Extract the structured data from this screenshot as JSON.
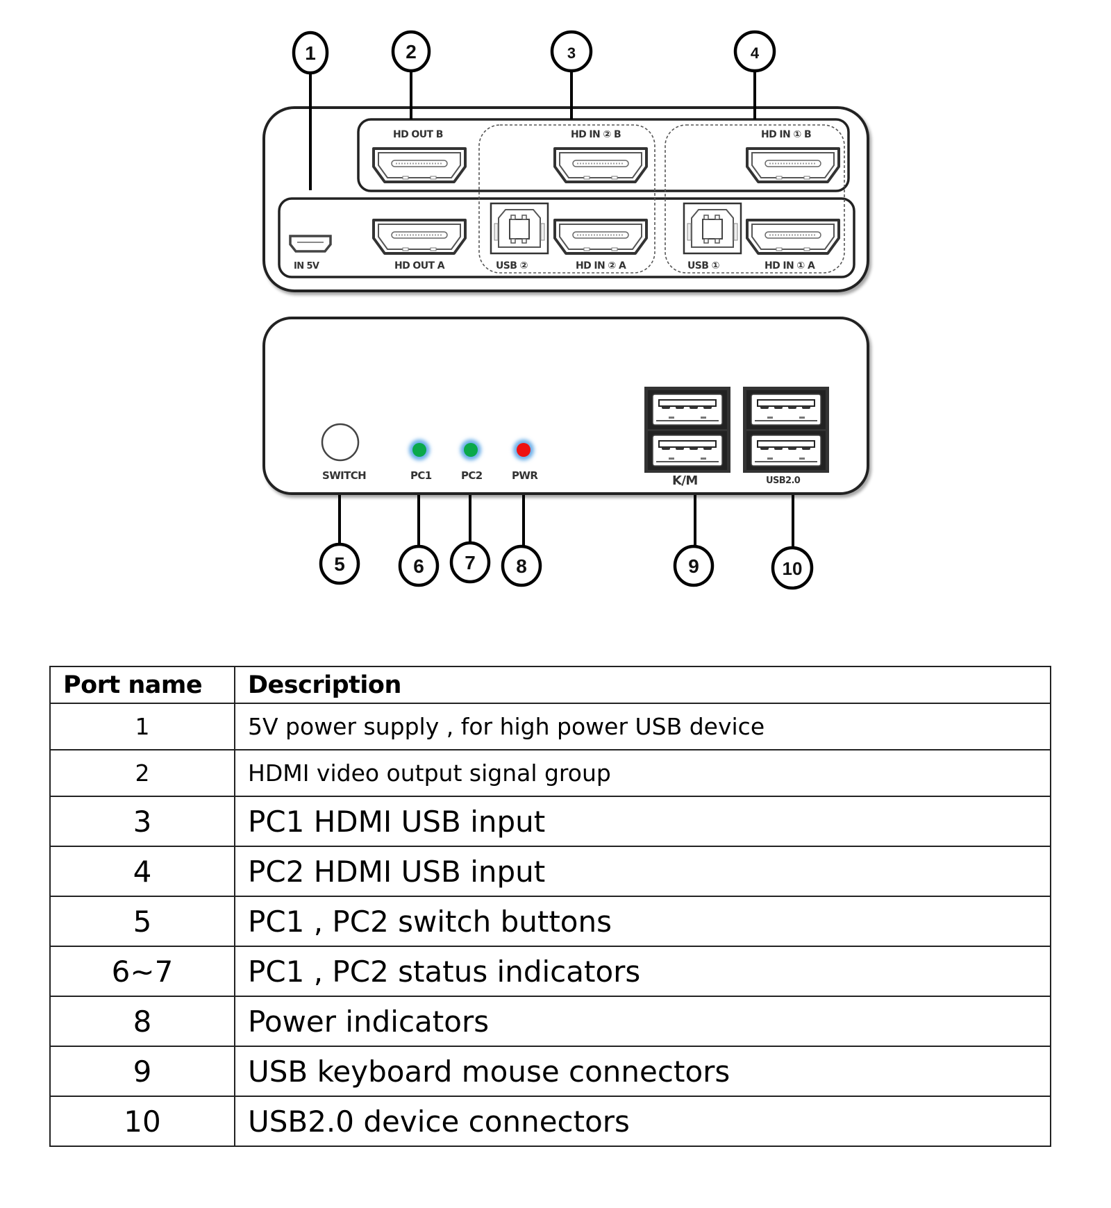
{
  "diagram": {
    "rear_panel": {
      "labels": {
        "in5v": "IN 5V",
        "hd_out_b": "HD OUT B",
        "hd_out_a": "HD OUT A",
        "hd_in2_b": "HD IN ② B",
        "hd_in2_a": "HD IN ② A",
        "usb2": "USB ②",
        "hd_in1_b": "HD IN ① B",
        "hd_in1_a": "HD IN ① A",
        "usb1": "USB ①"
      }
    },
    "front_panel": {
      "labels": {
        "switch": "SWITCH",
        "pc1": "PC1",
        "pc2": "PC2",
        "pwr": "PWR",
        "km": "K/M",
        "usb20": "USB2.0"
      },
      "led_colors": {
        "pc1": "#0aa84a",
        "pc2": "#0aa84a",
        "pwr": "#ee1111",
        "glow": "#6aaee8"
      }
    },
    "callouts": [
      "1",
      "2",
      "3",
      "4",
      "5",
      "6",
      "7",
      "8",
      "9",
      "10"
    ]
  },
  "table": {
    "headers": {
      "port": "Port name",
      "description": "Description"
    },
    "rows": [
      {
        "port": "1",
        "description": "5V power supply , for high power USB device"
      },
      {
        "port": "2",
        "description": "HDMI video output signal group"
      },
      {
        "port": "3",
        "description": "PC1 HDMI USB input"
      },
      {
        "port": "4",
        "description": "PC2 HDMI USB input"
      },
      {
        "port": "5",
        "description": "PC1 , PC2 switch buttons"
      },
      {
        "port": "6~7",
        "description": "PC1 , PC2 status indicators"
      },
      {
        "port": "8",
        "description": "Power indicators"
      },
      {
        "port": "9",
        "description": "USB keyboard mouse connectors"
      },
      {
        "port": "10",
        "description": "USB2.0 device connectors"
      }
    ]
  }
}
